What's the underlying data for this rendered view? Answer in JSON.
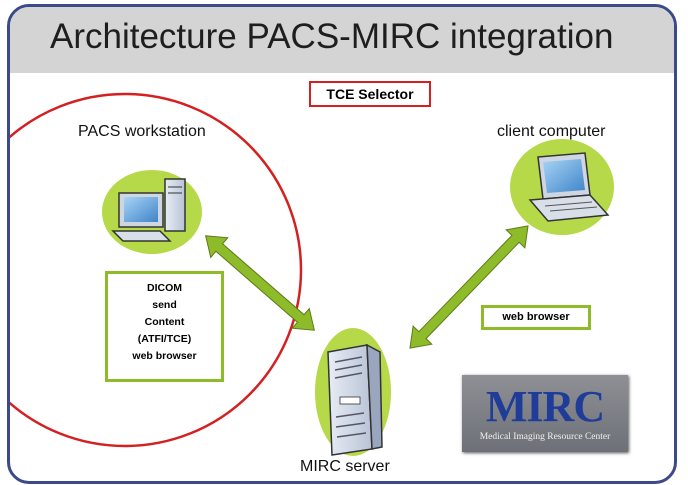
{
  "title": "Architecture PACS-MIRC integration",
  "tce_selector": "TCE Selector",
  "pacs_workstation": {
    "label": "PACS workstation",
    "box_lines": [
      "DICOM",
      "send",
      "Content",
      "(ATFI/TCE)",
      "web browser"
    ]
  },
  "client_computer": {
    "label": "client computer",
    "box_label": "web browser"
  },
  "mirc_server": {
    "label": "MIRC server"
  },
  "logo": {
    "text": "MIRC",
    "subtitle": "Medical Imaging Resource Center"
  },
  "colors": {
    "accent_green": "#8dbb2a",
    "circle_red": "#d42020",
    "title_bar": "#d4d4d4",
    "frame": "#3c4a8a"
  }
}
